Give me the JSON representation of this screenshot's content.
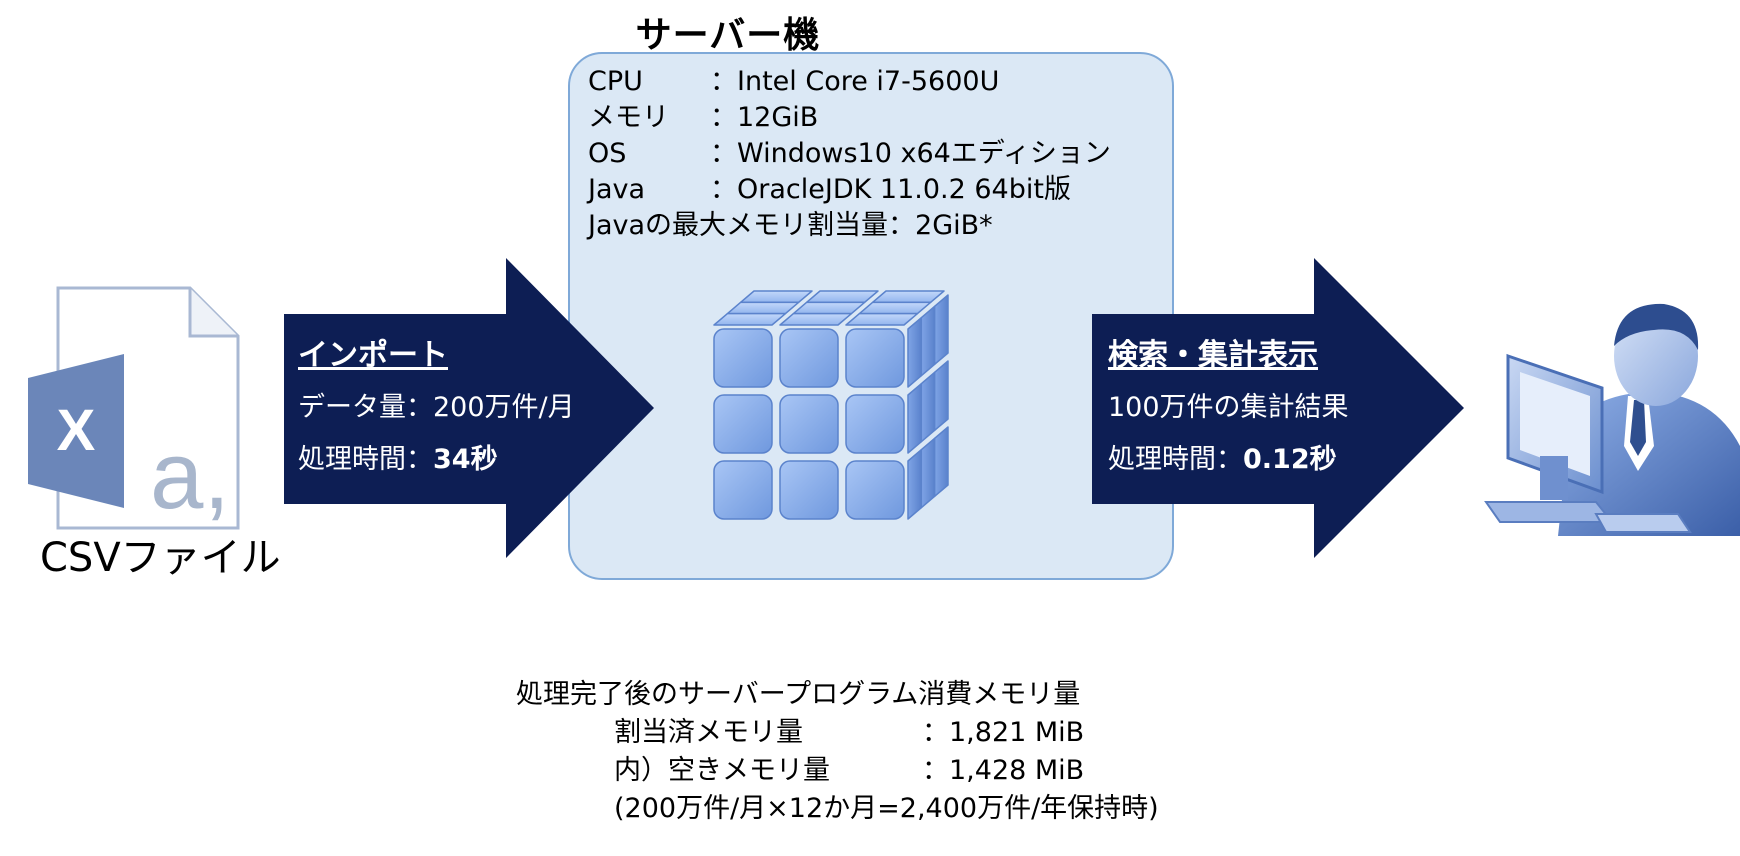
{
  "server": {
    "title": "サーバー機",
    "specs": [
      {
        "key": "CPU",
        "sep": "：",
        "value": "Intel Core i7-5600U"
      },
      {
        "key": "メモリ",
        "sep": "：",
        "value": "12GiB"
      },
      {
        "key": "OS",
        "sep": "：",
        "value": "Windows10 x64エディション"
      },
      {
        "key": "Java",
        "sep": "：",
        "value": "OracleJDK 11.0.2 64bit版"
      }
    ],
    "java_memory": "Javaの最大メモリ割当量：2GiB*"
  },
  "import": {
    "heading": "インポート",
    "data_label": "データ量：200万件/月",
    "time_label": "処理時間：",
    "time_value": "34秒",
    "fill": "#0d1e54"
  },
  "search": {
    "heading": "検索・集計表示",
    "result_label": "100万件の集計結果",
    "time_label": "処理時間：",
    "time_value": "0.12秒",
    "fill": "#0d1e54"
  },
  "file": {
    "label": "CSVファイル",
    "badge_letter": "X",
    "big_letter": "a,",
    "badge_color": "#6b86b9"
  },
  "memory": {
    "heading": "処理完了後のサーバープログラム消費メモリ量",
    "rows": [
      {
        "key": "割当済メモリ量",
        "value": "：1,821 MiB"
      },
      {
        "key": "内）空きメモリ量",
        "value": "：1,428 MiB"
      }
    ],
    "note": "(200万件/月×12か月=2,400万件/年保持時)"
  },
  "colors": {
    "server_bg": "#dbe8f5",
    "server_border": "#7fa9d8",
    "cube": "#82a9ea"
  }
}
